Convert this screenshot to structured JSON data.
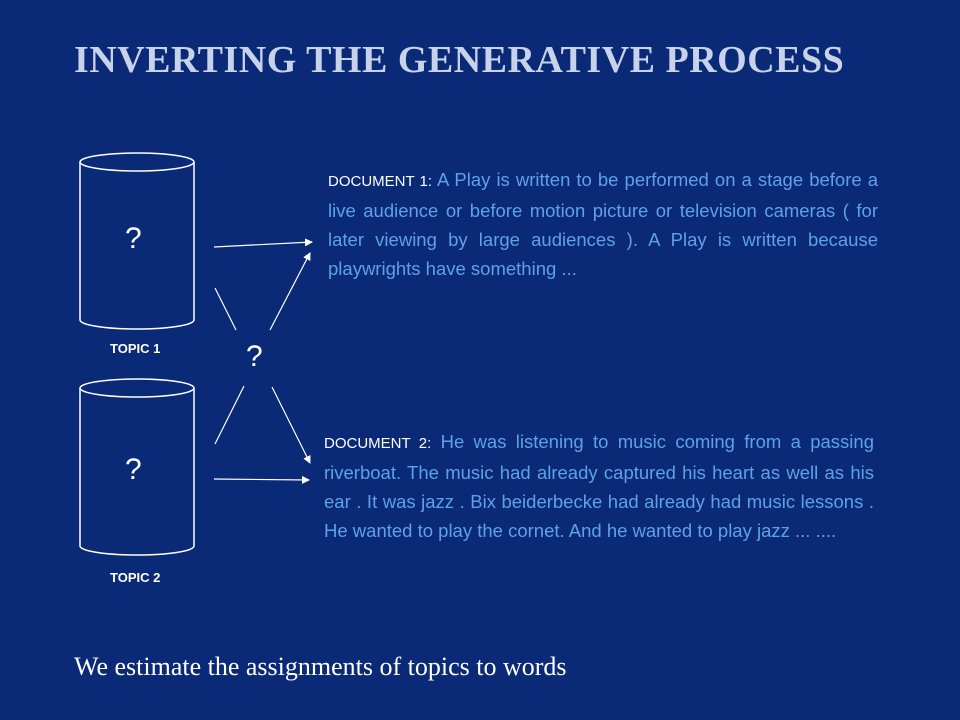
{
  "title": "INVERTING THE GENERATIVE PROCESS",
  "topics": [
    {
      "label": "TOPIC 1",
      "content": "?"
    },
    {
      "label": "TOPIC 2",
      "content": "?"
    }
  ],
  "center_mark": "?",
  "documents": [
    {
      "label": "DOCUMENT 1:",
      "text": "A Play is written  to be performed  on a stage  before a live  audience  or before motion picture  or television  cameras  ( for later  viewing by large  audiences ). A Play  is written  because playwrights have something ..."
    },
    {
      "label": "DOCUMENT 2:",
      "text": "He was listening  to music  coming from a passing  riverboat. The music  had already captured  his heart  as well as his ear .  It was jazz . Bix beiderbecke had already had music  lessons . He wanted  to play  the cornet. And he wanted  to play jazz ... ...."
    }
  ],
  "footer": "We estimate the assignments of topics to words"
}
